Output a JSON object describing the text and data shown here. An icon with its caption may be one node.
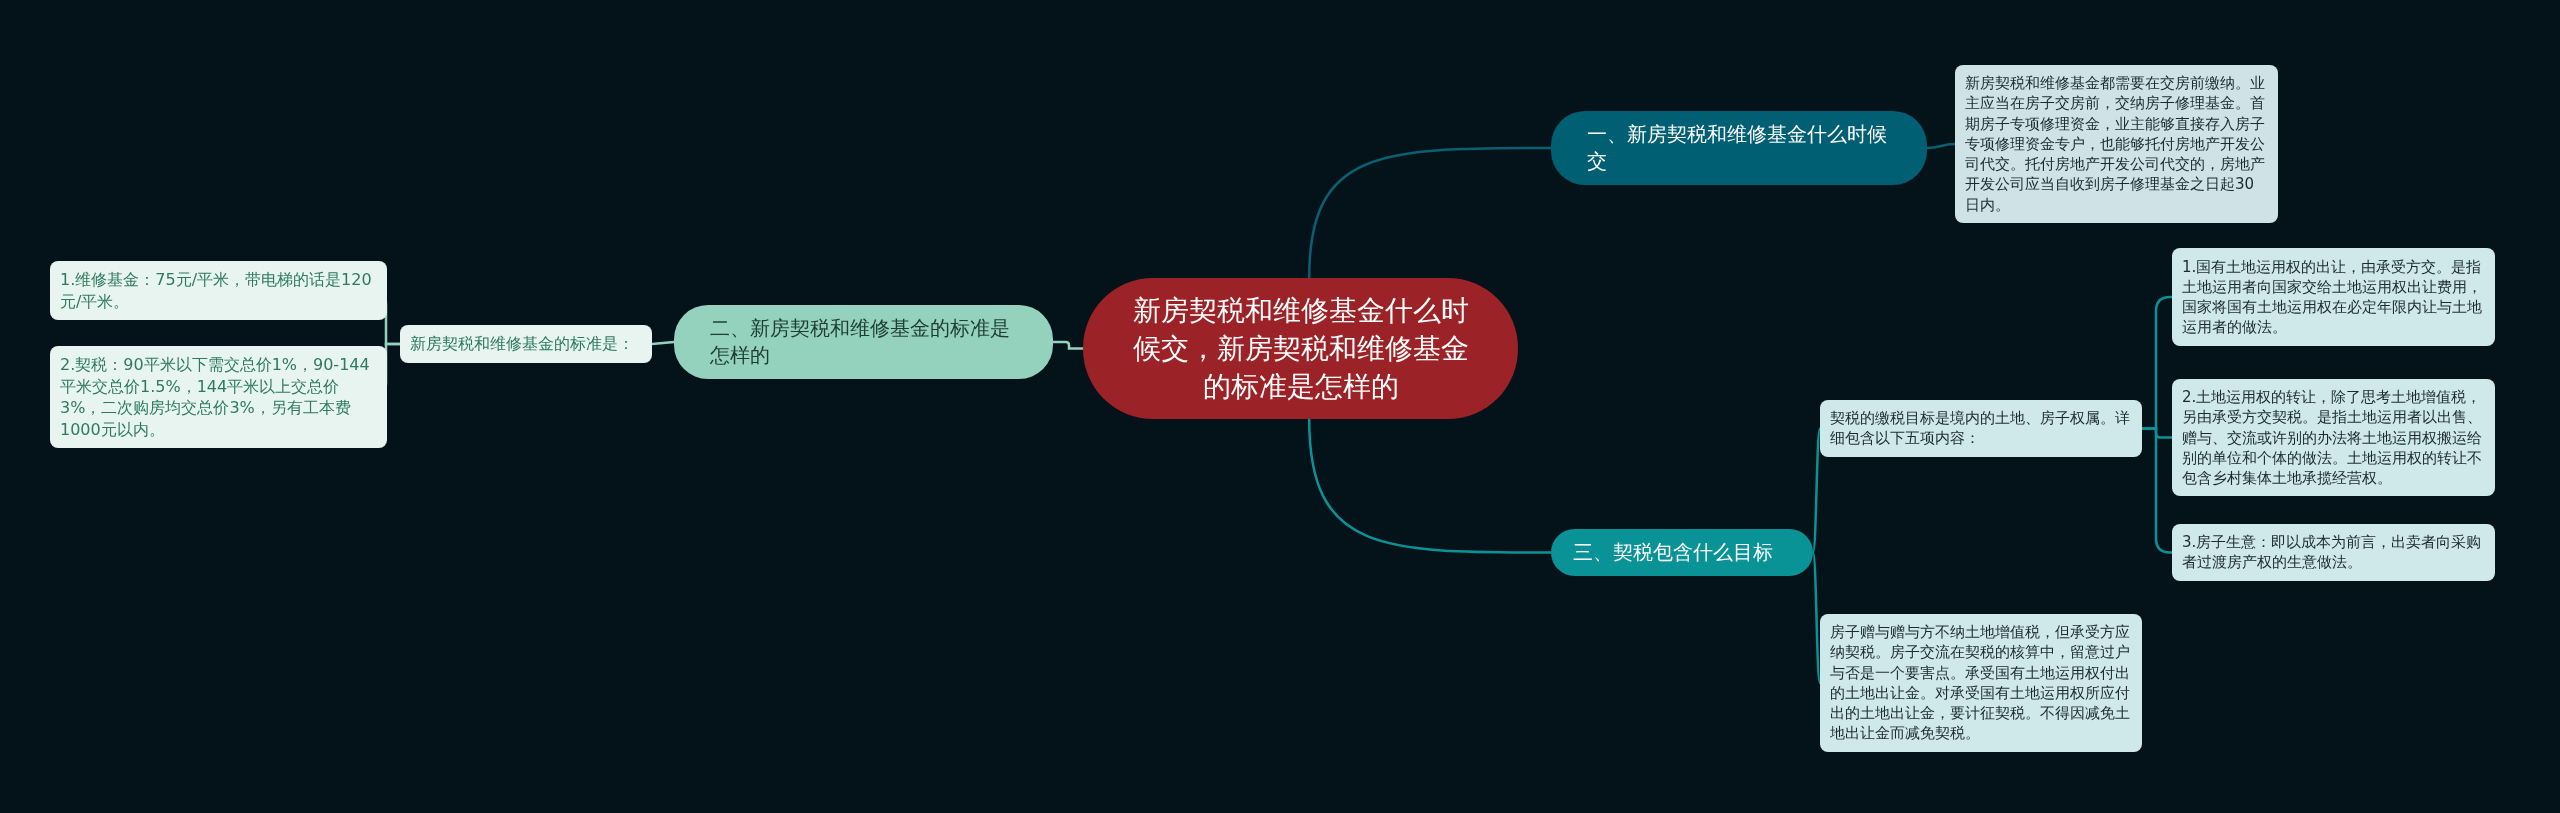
{
  "diagram": {
    "nodes": [
      {
        "text": [
          "新房契税和维修基金什么时候交，新房契税和维修基金的标准是怎样的"
        ]
      },
      {
        "text": [
          "一、新房契税和维修基金什么时候交"
        ]
      },
      {
        "text": [
          "新房契税和维修基金都需要在交房前缴纳。业主应当在房子交房前，交纳房子修理基金。首期房子专项修理资金，业主能够直接存入房子专项修理资金专户，也能够托付房地产开发公司代交。托付房地产开发公司代交的，房地产开发公司应当自收到房子修理基金之日起30日内。"
        ]
      },
      {
        "text": [
          "二、新房契税和维修基金的标准是怎样的"
        ]
      },
      {
        "text": [
          "新房契税和维修基金的标准是："
        ]
      },
      {
        "text": [
          "1.维修基金：75元/平米，带电梯的话是120元/平米。"
        ]
      },
      {
        "text": [
          "2.契税：90平米以下需交总价1%，90-144平米交总价1.5%，144平米以上交总价3%，二次购房均交总价3%，另有工本费1000元以内。"
        ]
      },
      {
        "text": [
          "三、契税包含什么目标"
        ]
      },
      {
        "text": [
          "契税的缴税目标是境内的土地、房子权属。详细包含以下五项内容："
        ]
      },
      {
        "text": [
          "1.国有土地运用权的出让，由承受方交。是指土地运用者向国家交给土地运用权出让费用，国家将国有土地运用权在必定年限内让与土地运用者的做法。"
        ]
      },
      {
        "text": [
          "2.土地运用权的转让，除了思考土地增值税，另由承受方交契税。是指土地运用者以出售、赠与、交流或许别的办法将土地运用权搬运给别的单位和个体的做法。土地运用权的转让不包含乡村集体土地承揽经营权。"
        ]
      },
      {
        "text": [
          "3.房子生意：即以成本为前言，出卖者向采购者过渡房产权的生意做法。"
        ]
      },
      {
        "text": [
          "房子赠与赠与方不纳土地增值税，但承受方应纳契税。房子交流在契税的核算中，留意过户与否是一个要害点。承受国有土地运用权付出的土地出让金。对承受国有土地运用权所应付出的土地出让金，要计征契税。不得因减免土地出让金而减免契税。"
        ]
      }
    ],
    "edges": [
      {
        "from": 0,
        "to": 1,
        "arrow": "none",
        "color": "#0b5f70"
      },
      {
        "from": 1,
        "to": 2,
        "arrow": "none",
        "color": "#0b5f70"
      },
      {
        "from": 0,
        "to": 3,
        "arrow": "none",
        "color": "#94d2bd"
      },
      {
        "from": 3,
        "to": 4,
        "arrow": "none",
        "color": "#94d2bd"
      },
      {
        "from": 4,
        "to": 5,
        "arrow": "none",
        "color": "#94d2bd"
      },
      {
        "from": 4,
        "to": 6,
        "arrow": "none",
        "color": "#94d2bd"
      },
      {
        "from": 0,
        "to": 7,
        "arrow": "none"
      },
      {
        "from": 7,
        "to": 8,
        "arrow": "none"
      },
      {
        "from": 8,
        "to": 9,
        "arrow": "none"
      },
      {
        "from": 8,
        "to": 10,
        "arrow": "none"
      },
      {
        "from": 8,
        "to": 11,
        "arrow": "none"
      },
      {
        "from": 7,
        "to": 12,
        "arrow": "none"
      }
    ]
  }
}
